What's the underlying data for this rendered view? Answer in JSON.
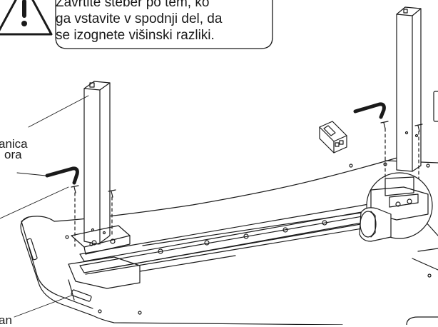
{
  "callout": {
    "lines": [
      "Zavrtite steber po tem, ko",
      "ga vstavite v spodnji del, da",
      "se izognete višinski razliki."
    ],
    "icon": "warning-triangle-icon"
  },
  "labels": {
    "left_1": "anica",
    "left_2": "ora",
    "bottom_left": "an"
  },
  "colors": {
    "line": "#1a1a1a",
    "background": "#ffffff"
  }
}
